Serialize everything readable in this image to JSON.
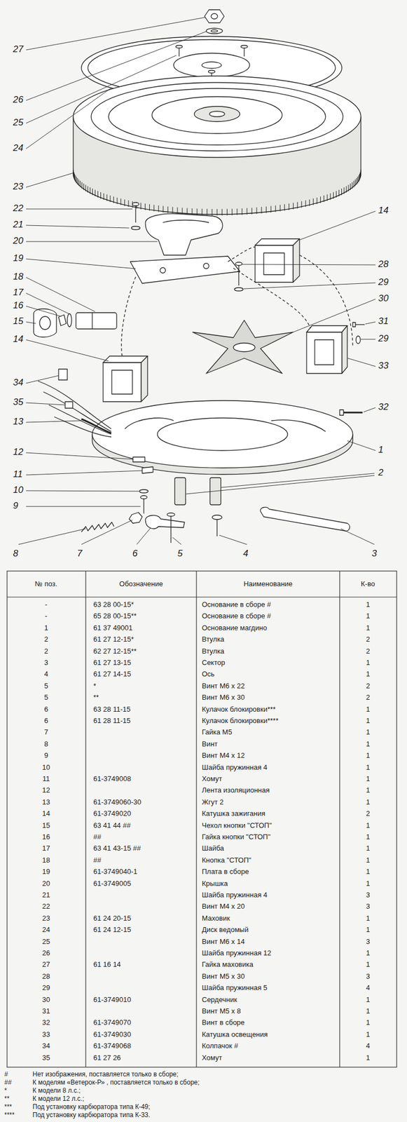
{
  "diagram": {
    "labels": [
      "27",
      "26",
      "25",
      "24",
      "23",
      "22",
      "21",
      "20",
      "19",
      "18",
      "17",
      "16",
      "15",
      "14",
      "34",
      "35",
      "13",
      "12",
      "11",
      "10",
      "9",
      "8",
      "7",
      "6",
      "5",
      "4",
      "3",
      "2",
      "1",
      "32",
      "33",
      "29",
      "31",
      "30",
      "29",
      "28",
      "14",
      "№ поз.",
      "Обозначение",
      "Наименование",
      "К-во",
      "-",
      "63 28 00-15*",
      "Основание в сборе #",
      "1",
      "-",
      "65 28 00-15**",
      "Основание в сборе #",
      "1",
      "1",
      "61 37 49001",
      "Основание магдино",
      "1",
      "2",
      "61 27 12-15*",
      "Втулка",
      "2",
      "2",
      "62 27 12-15**",
      "Втулка",
      "2",
      "3",
      "61 27 13-15",
      "Сектор",
      "1",
      "4",
      "61 27 14-15",
      "Ось",
      "1",
      "5",
      "*",
      "Винт М6 х 22",
      "2",
      "5",
      "**",
      "Винт М6 х 30",
      "2",
      "6",
      "63 28 11-15",
      "Кулачок блокировки***",
      "1",
      "6",
      "61 28 11-15",
      "Кулачок блокировки****",
      "1",
      "7",
      "Гайка М5",
      "1",
      "8",
      "Винт",
      "1",
      "9",
      "Винт М4 х 12",
      "1",
      "10",
      "Шайба пружинная 4",
      "1",
      "11",
      "61-3749008",
      "Хомут",
      "1",
      "12",
      "Лента изоляционная",
      "1",
      "13",
      "61-3749060-30",
      "Жгут 2",
      "1",
      "14",
      "61-3749020",
      "Катушка зажигания",
      "2",
      "15",
      "63 41 44 ##",
      "Чехол кнопки \"СТОП\"",
      "1",
      "16",
      "##",
      "Гайка кнопки \"СТОП\"",
      "1",
      "17",
      "63 41 43-15 ##",
      "Шайба",
      "1",
      "18",
      "##",
      "Кнопка \"СТОП\"",
      "1",
      "19",
      "61-3749040-1",
      "Плата в сборе",
      "1",
      "20",
      "61-3749005",
      "Крышка",
      "1",
      "21",
      "Шайба пружинная 4",
      "3",
      "22",
      "Винт М4 х 20",
      "3",
      "23",
      "61 24 20-15",
      "Маховик",
      "1",
      "24",
      "61 24 12-15",
      "Диск ведомый",
      "1",
      "25",
      "Винт М6 х 14",
      "3",
      "26",
      "Шайба пружинная 12",
      "1",
      "27",
      "61 16 14",
      "Гайка маховика",
      "1",
      "28",
      "Винт М5 х 30",
      "3",
      "29",
      "Шайба пружинная 5",
      "4",
      "30",
      "61-3749010",
      "Сердечник",
      "1",
      "31",
      "Винт М5 х 8",
      "1",
      "32",
      "61-3749070",
      "Винт в сборе",
      "1",
      "33",
      "61-3749030",
      "Катушка освещения",
      "1",
      "34",
      "61-3749068",
      "Колпачок #",
      "4",
      "35",
      "61 27 26",
      "Хомут",
      "1",
      "#",
      "Нет изображения, поставляется только в сборе;",
      "##",
      "К моделям «Ветерок-Р» , поставляется только в сборе;",
      "*",
      "К модели 8 л.с.;",
      "**",
      "К модели 12 л.с.;",
      "***",
      "Под установку карбюратора типа К-49;",
      "****",
      "Под установку карбюратора типа К-33."
    ]
  }
}
